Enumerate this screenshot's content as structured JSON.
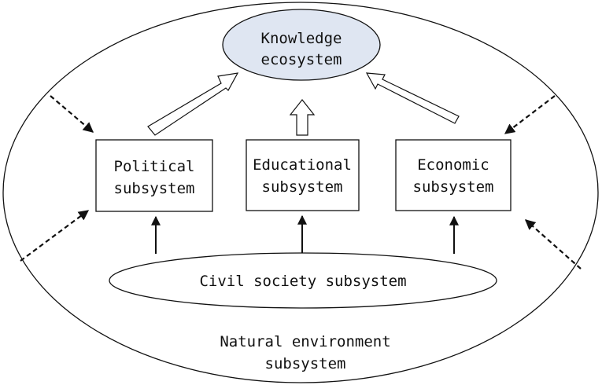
{
  "diagram": {
    "outer": {
      "line1": "Natural environment",
      "line2": "subsystem"
    },
    "knowledge": {
      "line1": "Knowledge",
      "line2": "ecosystem"
    },
    "political": {
      "line1": "Political",
      "line2": "subsystem"
    },
    "educational": {
      "line1": "Educational",
      "line2": "subsystem"
    },
    "economic": {
      "line1": "Economic",
      "line2": "subsystem"
    },
    "civil": {
      "line1": "Civil society subsystem"
    }
  },
  "colors": {
    "knowledge_fill": "#dfe6f2",
    "stroke": "#111111",
    "background": "#ffffff"
  }
}
